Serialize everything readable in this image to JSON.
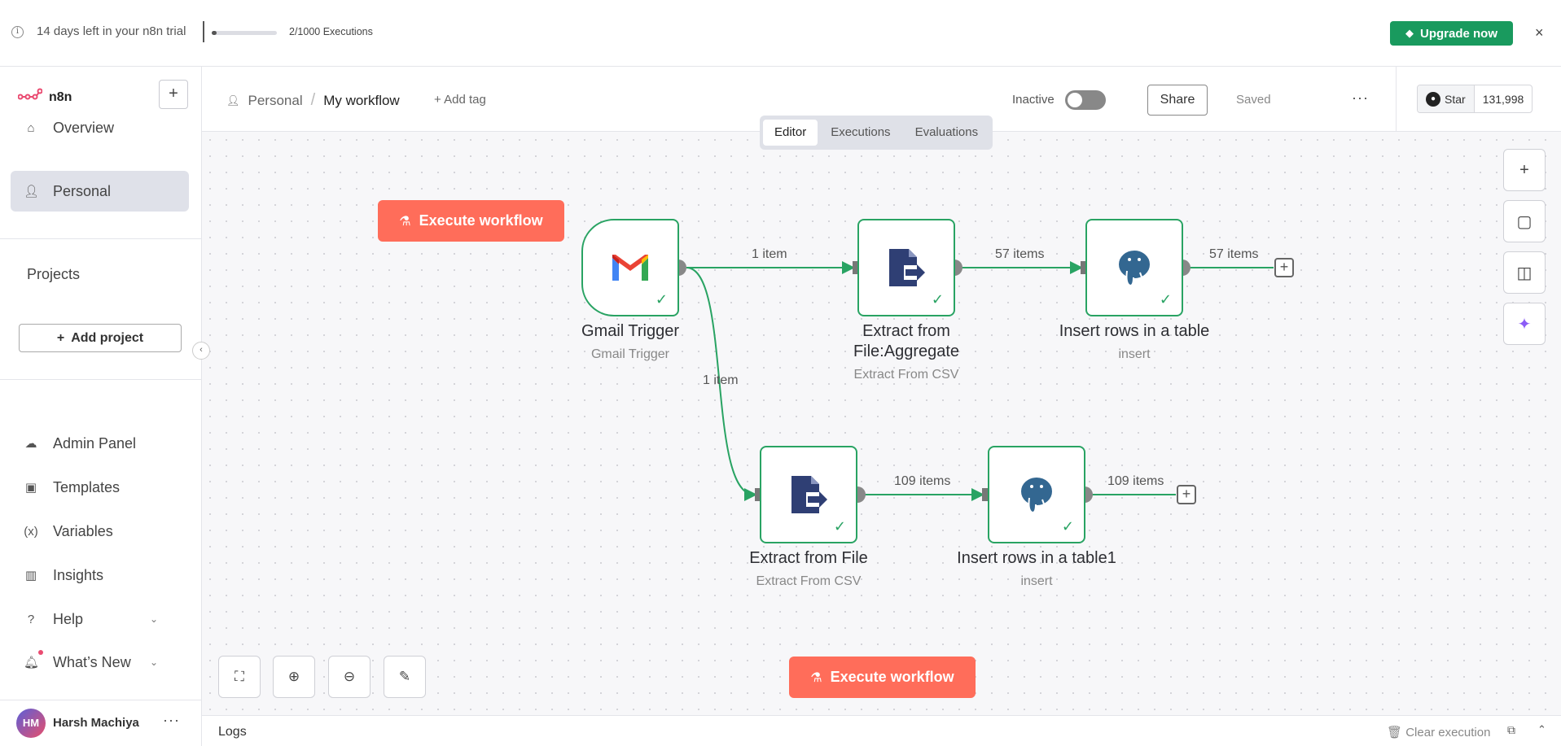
{
  "banner": {
    "trial_text": "14 days left in your n8n trial",
    "executions_text": "2/1000 Executions",
    "executions_progress": 0.002,
    "upgrade_label": "Upgrade now",
    "close_glyph": "×"
  },
  "sidebar": {
    "logo_text": "n8n",
    "add_glyph": "+",
    "nav": [
      {
        "label": "Overview",
        "icon": "home-icon"
      },
      {
        "label": "Personal",
        "icon": "user-icon"
      }
    ],
    "projects_label": "Projects",
    "add_project_label": "Add project",
    "bottom_nav": [
      {
        "label": "Admin Panel",
        "icon": "cloud-icon"
      },
      {
        "label": "Templates",
        "icon": "box-icon"
      },
      {
        "label": "Variables",
        "icon": "variable-icon"
      },
      {
        "label": "Insights",
        "icon": "chart-icon"
      },
      {
        "label": "Help",
        "icon": "help-icon"
      },
      {
        "label": "What’s New",
        "icon": "bell-icon"
      }
    ],
    "user": {
      "initials": "HM",
      "name": "Harsh Machiya"
    }
  },
  "header": {
    "breadcrumb_project": "Personal",
    "breadcrumb_sep": "/",
    "workflow_title": "My workflow",
    "add_tag": "+ Add tag",
    "inactive_label": "Inactive",
    "share_label": "Share",
    "saved_label": "Saved",
    "github": {
      "star_label": "Star",
      "count": "131,998"
    }
  },
  "tabs": [
    "Editor",
    "Executions",
    "Evaluations"
  ],
  "canvas": {
    "execute_label": "Execute workflow",
    "nodes": [
      {
        "title": "Gmail Trigger",
        "subtitle": "Gmail Trigger",
        "icon": "gmail-icon"
      },
      {
        "title": "Extract from File:Aggregate",
        "subtitle": "Extract From CSV",
        "icon": "extract-file-icon"
      },
      {
        "title": "Insert rows in a table",
        "subtitle": "insert",
        "icon": "postgres-icon"
      },
      {
        "title": "Extract from File",
        "subtitle": "Extract From CSV",
        "icon": "extract-file-icon"
      },
      {
        "title": "Insert rows in a table1",
        "subtitle": "insert",
        "icon": "postgres-icon"
      }
    ],
    "edges": [
      {
        "label": "1 item"
      },
      {
        "label": "57 items"
      },
      {
        "label": "57 items"
      },
      {
        "label": "1 item"
      },
      {
        "label": "109 items"
      },
      {
        "label": "109 items"
      }
    ]
  },
  "logs": {
    "label": "Logs",
    "clear_label": "Clear execution"
  },
  "colors": {
    "accent": "#ff6d5a",
    "success": "#29a363",
    "upgrade": "#199a5e",
    "brand": "#ea4b71"
  }
}
